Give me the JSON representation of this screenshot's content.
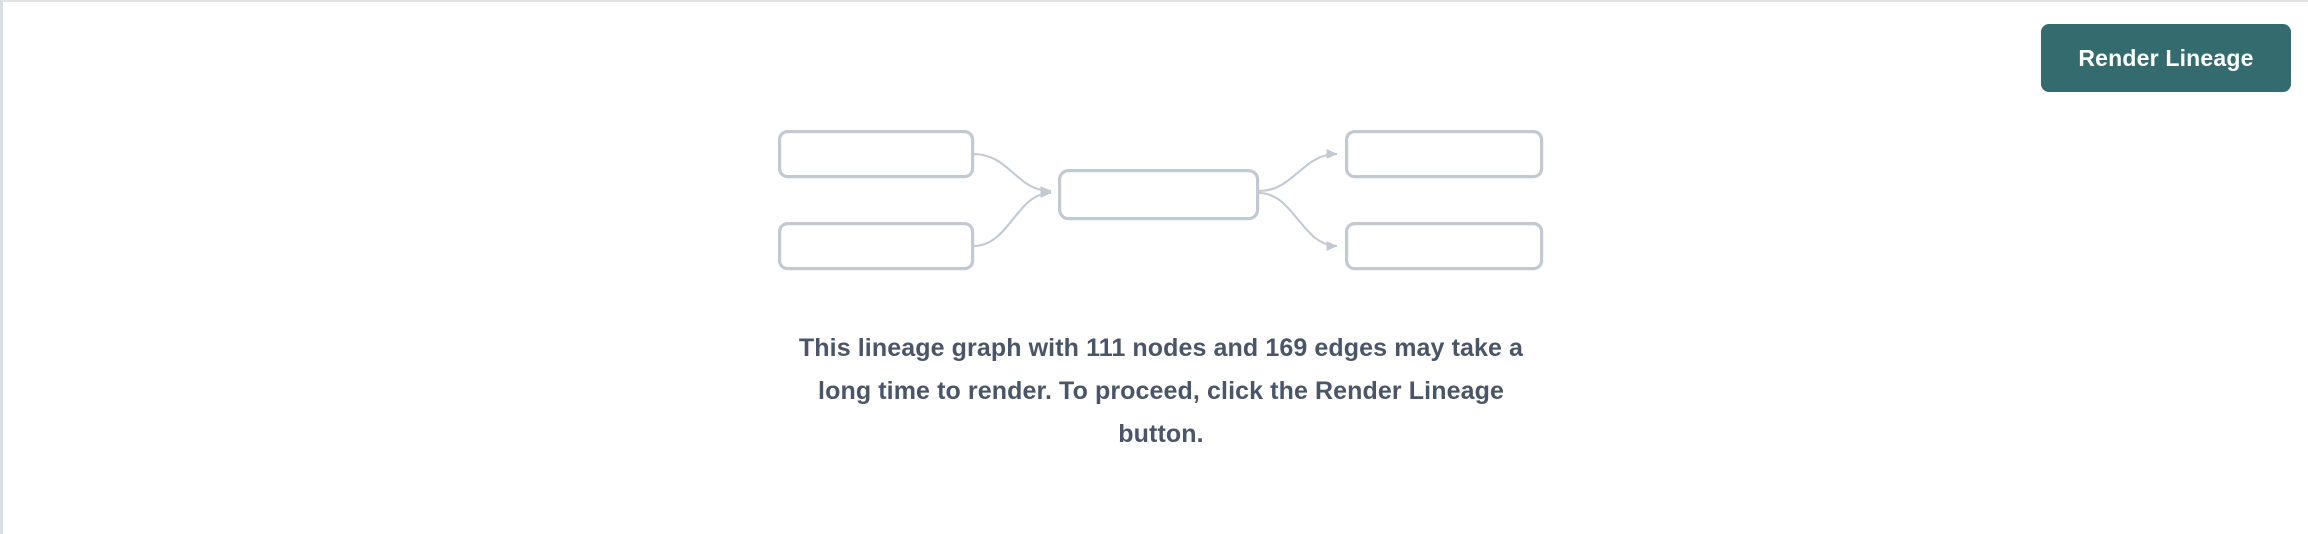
{
  "panel": {
    "name": "lineage-empty-state-panel",
    "background_color": "#ffffff",
    "border_color": "#dcdde1"
  },
  "toolbar": {
    "render_button_label": "Render Lineage",
    "render_button_color": "#336b6e",
    "render_button_text_color": "#ffffff"
  },
  "empty_state": {
    "message": "This lineage graph with 111 nodes and 169 edges may take a long time to render. To proceed, click the Render Lineage button.",
    "message_color": "#4a5568",
    "node_count": "111",
    "edge_count": "169"
  },
  "illustration": {
    "name": "lineage-graph-placeholder",
    "stroke_color": "#c3c9d2",
    "nodes": [
      {
        "id": "upstream-1",
        "column": "left",
        "row": "top"
      },
      {
        "id": "upstream-2",
        "column": "left",
        "row": "bottom"
      },
      {
        "id": "focus",
        "column": "center",
        "row": "middle"
      },
      {
        "id": "downstream-1",
        "column": "right",
        "row": "top"
      },
      {
        "id": "downstream-2",
        "column": "right",
        "row": "bottom"
      }
    ],
    "edges": [
      {
        "from": "upstream-1",
        "to": "focus"
      },
      {
        "from": "upstream-2",
        "to": "focus"
      },
      {
        "from": "focus",
        "to": "downstream-1"
      },
      {
        "from": "focus",
        "to": "downstream-2"
      }
    ]
  }
}
